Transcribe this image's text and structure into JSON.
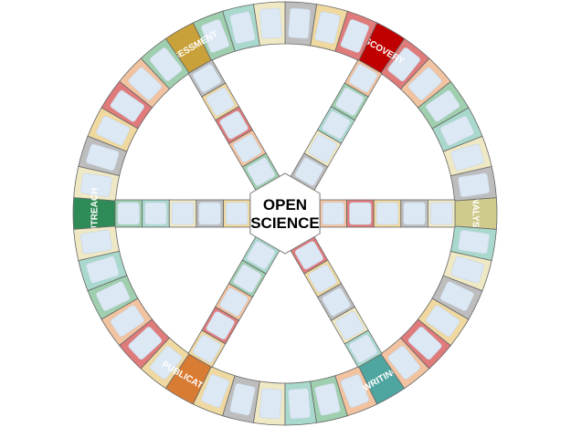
{
  "board": {
    "center": {
      "line1": "OPEN",
      "line2": "SCIENCE"
    },
    "headquarters": [
      {
        "label": "ANALYSIS",
        "color": "#cfcb8c"
      },
      {
        "label": "DISCOVERY",
        "color": "#c00000"
      },
      {
        "label": "ASSESSMENT",
        "color": "#c9a13a"
      },
      {
        "label": "OUTREACH",
        "color": "#2e8b57"
      },
      {
        "label": "PUBLICATION",
        "color": "#d97c33"
      },
      {
        "label": "WRITING",
        "color": "#4fa5a0"
      }
    ],
    "tile_palette": [
      "#f0d9a0",
      "#f2c3a0",
      "#a9d8cc",
      "#bdbdbd",
      "#e07b7b",
      "#9fcfae",
      "#efe8c4"
    ],
    "card_color": "#dce8f4"
  }
}
